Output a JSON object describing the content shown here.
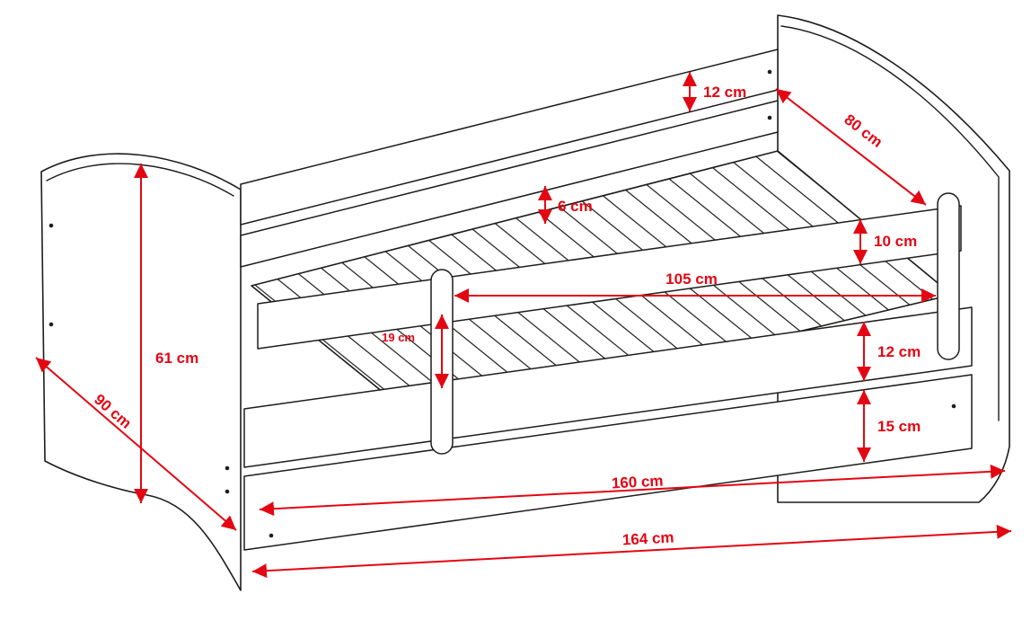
{
  "diagram": {
    "unit": "cm",
    "colors": {
      "dimension": "#e30613",
      "outline": "#1d1d1b",
      "background": "#ffffff"
    },
    "dimensions": {
      "backrest_board_height": "12 cm",
      "bed_width": "80 cm",
      "slat_clearance": "6 cm",
      "barrier_board_height": "10 cm",
      "barrier_length": "105 cm",
      "barrier_post_height": "19 cm",
      "side_rail_height": "12 cm",
      "drawer_front_height": "15 cm",
      "footboard_height": "61 cm",
      "bed_depth": "90 cm",
      "inner_length": "160 cm",
      "outer_length": "164 cm"
    }
  }
}
